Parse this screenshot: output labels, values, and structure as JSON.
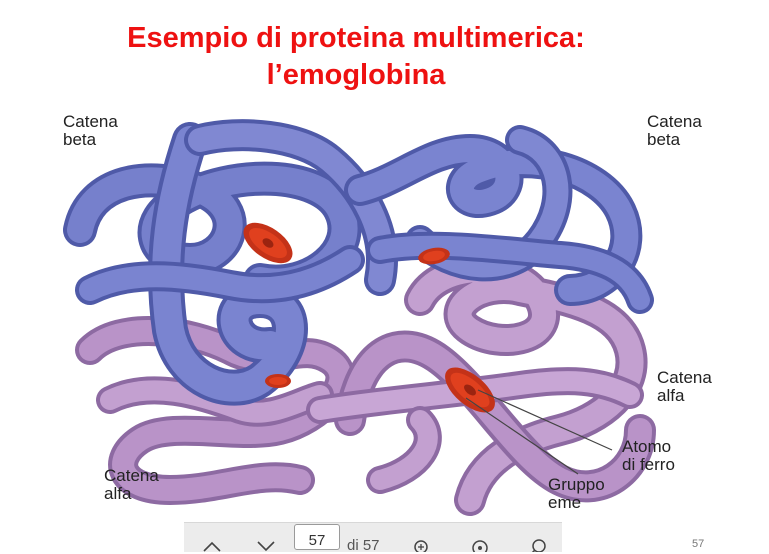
{
  "slide": {
    "title_line1": "Esempio di proteina multimerica:",
    "title_line2": "l’emoglobina",
    "number": "57"
  },
  "figure": {
    "labels": {
      "beta_left_1": "Catena",
      "beta_left_2": "beta",
      "beta_right_1": "Catena",
      "beta_right_2": "beta",
      "alfa_right_1": "Catena",
      "alfa_right_2": "alfa",
      "alfa_left_1": "Catena",
      "alfa_left_2": "alfa",
      "iron_1": "Atomo",
      "iron_2": "di ferro",
      "heme_1": "Gruppo",
      "heme_2": "eme"
    },
    "colors": {
      "beta_chain": "#6f78c8",
      "alfa_chain": "#b58bc4",
      "heme": "#e0401e"
    }
  },
  "toolbar": {
    "prev_icon": "chevron-up-icon",
    "next_icon": "chevron-down-icon",
    "page_value": "57",
    "page_of": "di 57",
    "zoom_icon": "zoom-in-icon",
    "fit_icon": "fit-page-icon",
    "search_icon": "search-icon"
  }
}
